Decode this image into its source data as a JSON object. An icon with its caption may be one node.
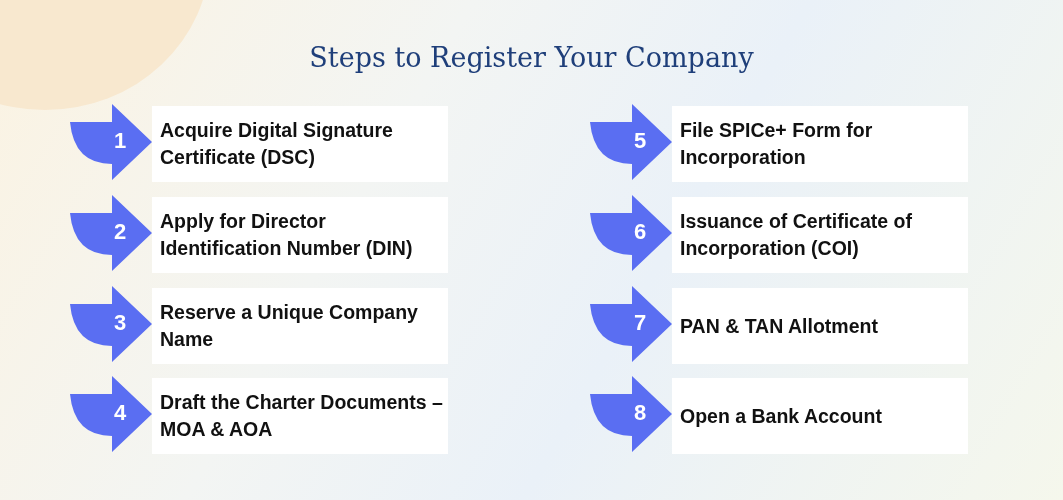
{
  "diagram": {
    "title": "Steps to Register Your Company",
    "nodes": [
      {
        "text": [
          "1"
        ]
      },
      {
        "text": [
          "Acquire Digital Signature Certificate (DSC)"
        ]
      },
      {
        "text": [
          "2"
        ]
      },
      {
        "text": [
          "Apply for Director Identification Number (DIN)"
        ]
      },
      {
        "text": [
          "3"
        ]
      },
      {
        "text": [
          "Reserve a Unique Company Name"
        ]
      },
      {
        "text": [
          "4"
        ]
      },
      {
        "text": [
          "Draft the Charter Documents – MOA & AOA"
        ]
      },
      {
        "text": [
          "5"
        ]
      },
      {
        "text": [
          "File SPICe+ Form for Incorporation"
        ]
      },
      {
        "text": [
          "6"
        ]
      },
      {
        "text": [
          "Issuance of Certificate of Incorporation (COI)"
        ]
      },
      {
        "text": [
          "7"
        ]
      },
      {
        "text": [
          "PAN & TAN Allotment"
        ]
      },
      {
        "text": [
          "8"
        ]
      },
      {
        "text": [
          "Open a Bank Account"
        ]
      }
    ]
  }
}
